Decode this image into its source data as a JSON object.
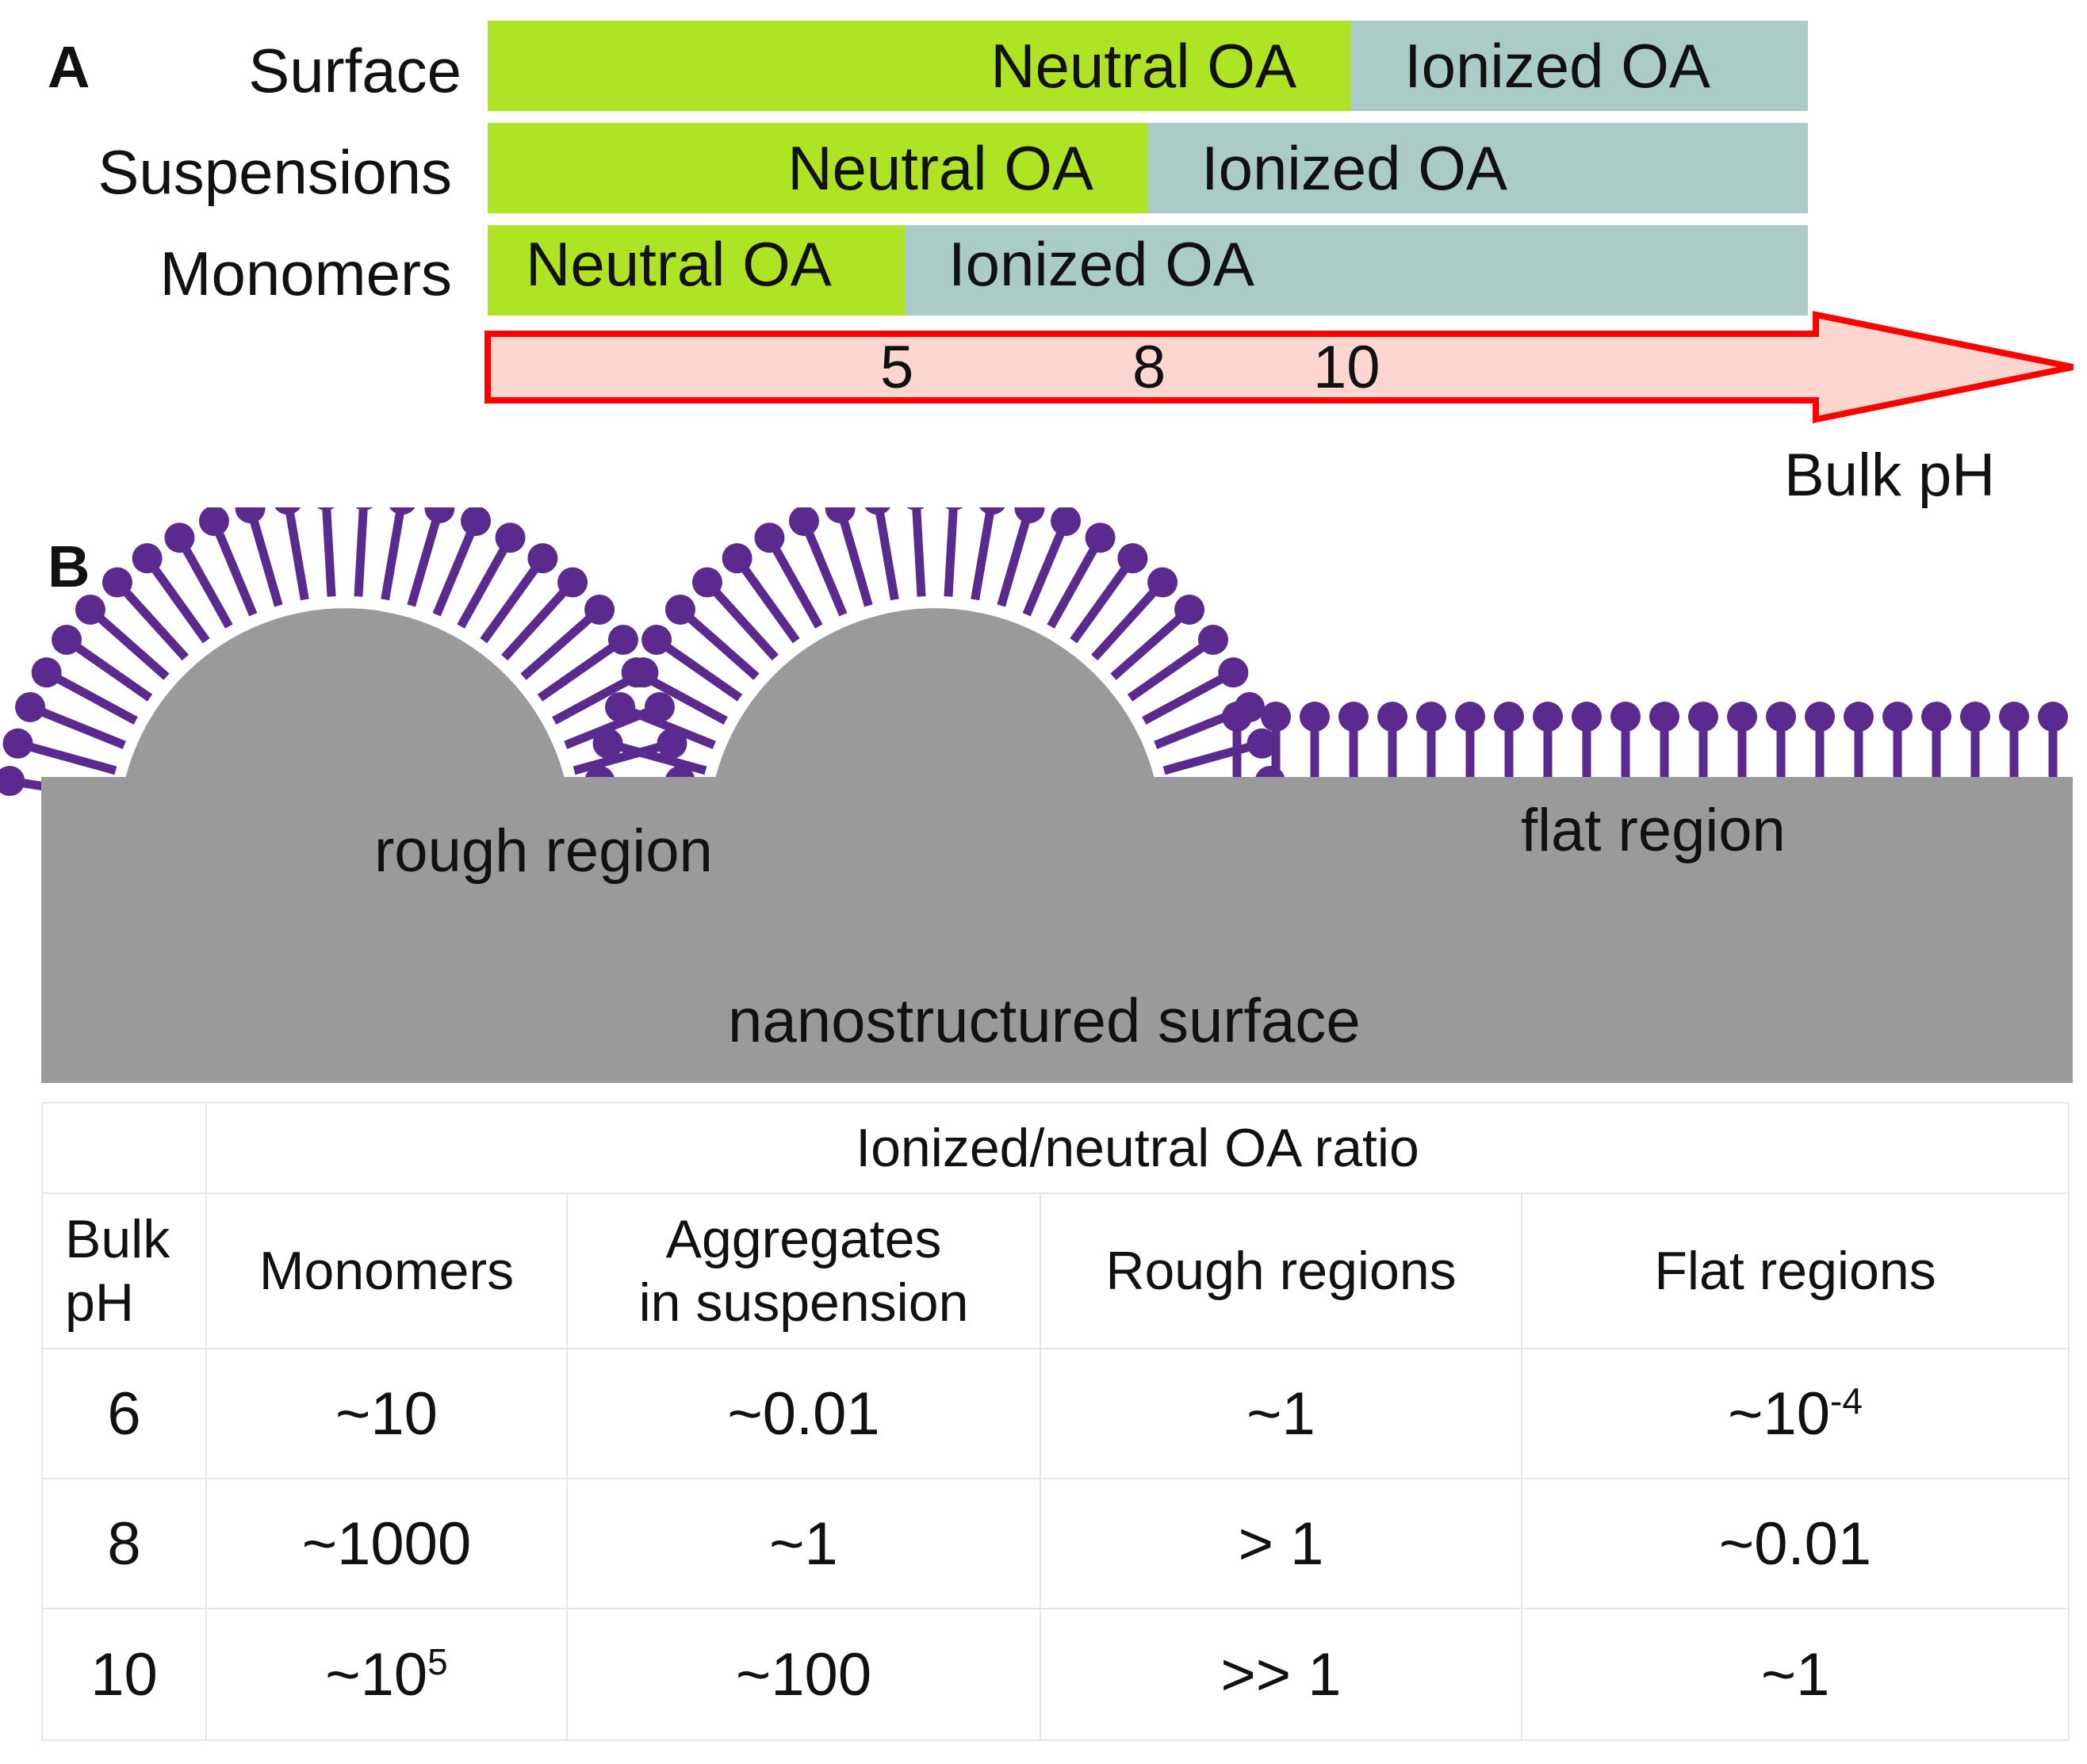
{
  "panel_a": {
    "letter": "A",
    "rows": [
      {
        "label": "Surface",
        "neutral": "Neutral OA",
        "ionized": "Ionized OA"
      },
      {
        "label": "Suspensions",
        "neutral": "Neutral OA",
        "ionized": "Ionized OA"
      },
      {
        "label": "Monomers",
        "neutral": "Neutral OA",
        "ionized": "Ionized OA"
      }
    ],
    "axis": {
      "label": "Bulk pH",
      "ticks": [
        "5",
        "8",
        "10"
      ]
    }
  },
  "panel_b": {
    "letter": "B",
    "labels": {
      "rough": "rough region",
      "flat": "flat region",
      "surface": "nanostructured surface"
    }
  },
  "table": {
    "group_header": "Ionized/neutral OA ratio",
    "headers": {
      "ph_line1": "Bulk",
      "ph_line2": "pH",
      "monomers": "Monomers",
      "aggregates_line1": "Aggregates",
      "aggregates_line2": "in suspension",
      "rough": "Rough regions",
      "flat": "Flat regions"
    },
    "rows": [
      {
        "ph": "6",
        "monomers": "~10",
        "monomers_sup": "",
        "aggregates": "~0.01",
        "rough": "~1",
        "flat": "~10",
        "flat_sup": "-4"
      },
      {
        "ph": "8",
        "monomers": "~1000",
        "monomers_sup": "",
        "aggregates": "~1",
        "rough": "> 1",
        "flat": "~0.01",
        "flat_sup": ""
      },
      {
        "ph": "10",
        "monomers": "~10",
        "monomers_sup": "5",
        "aggregates": "~100",
        "rough": ">> 1",
        "flat": "~1",
        "flat_sup": ""
      }
    ]
  },
  "colors": {
    "neutral": "#aee424",
    "ionized": "#abcbc7",
    "arrow_fill": "#fcd6cf",
    "arrow_stroke": "#ff0000",
    "surfactant": "#5b2a8e",
    "surface": "#9a9a9a"
  }
}
